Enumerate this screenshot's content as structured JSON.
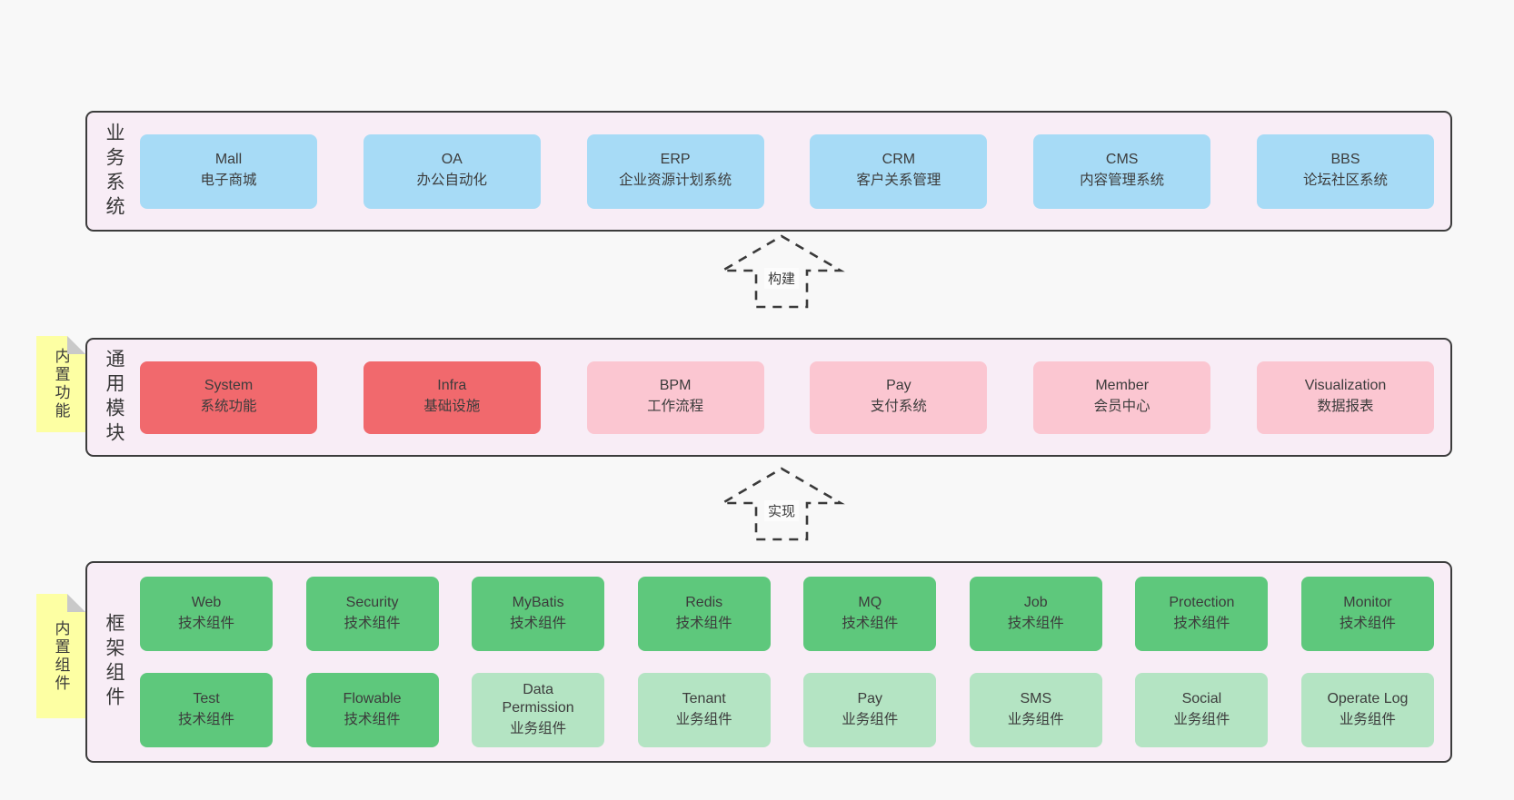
{
  "diagram_title": "",
  "colors": {
    "page_background": "#f8f8f8",
    "band_background": "#f8edf6",
    "band_border": "#3c3c3c",
    "box_blue": "#a7dbf6",
    "box_red": "#f1696d",
    "box_pink": "#fbc6d1",
    "box_green": "#5ec87c",
    "box_green_light": "#b4e4c3",
    "sticky_yellow": "#fdffa3",
    "sticky_fold_gray": "#c9c9c9",
    "text": "#3c3c3c"
  },
  "stickies": [
    {
      "label": "内置功能",
      "attached_to": "通用模块"
    },
    {
      "label": "内置组件",
      "attached_to": "框架组件"
    }
  ],
  "arrows": [
    {
      "label": "构建",
      "direction": "up",
      "from": "通用模块",
      "to": "业务系统"
    },
    {
      "label": "实现",
      "direction": "up",
      "from": "框架组件",
      "to": "通用模块"
    }
  ],
  "bands": [
    {
      "id": "business-systems",
      "label": "业务系统",
      "boxes": [
        {
          "name": "Mall",
          "subtitle": "电子商城",
          "variant": "blue"
        },
        {
          "name": "OA",
          "subtitle": "办公自动化",
          "variant": "blue"
        },
        {
          "name": "ERP",
          "subtitle": "企业资源计划系统",
          "variant": "blue"
        },
        {
          "name": "CRM",
          "subtitle": "客户关系管理",
          "variant": "blue"
        },
        {
          "name": "CMS",
          "subtitle": "内容管理系统",
          "variant": "blue"
        },
        {
          "name": "BBS",
          "subtitle": "论坛社区系统",
          "variant": "blue"
        }
      ]
    },
    {
      "id": "common-modules",
      "label": "通用模块",
      "boxes": [
        {
          "name": "System",
          "subtitle": "系统功能",
          "variant": "red"
        },
        {
          "name": "Infra",
          "subtitle": "基础设施",
          "variant": "red"
        },
        {
          "name": "BPM",
          "subtitle": "工作流程",
          "variant": "pink"
        },
        {
          "name": "Pay",
          "subtitle": "支付系统",
          "variant": "pink"
        },
        {
          "name": "Member",
          "subtitle": "会员中心",
          "variant": "pink"
        },
        {
          "name": "Visualization",
          "subtitle": "数据报表",
          "variant": "pink"
        }
      ]
    },
    {
      "id": "framework-components",
      "label": "框架组件",
      "rows": [
        [
          {
            "name": "Web",
            "subtitle": "技术组件",
            "variant": "green"
          },
          {
            "name": "Security",
            "subtitle": "技术组件",
            "variant": "green"
          },
          {
            "name": "MyBatis",
            "subtitle": "技术组件",
            "variant": "green"
          },
          {
            "name": "Redis",
            "subtitle": "技术组件",
            "variant": "green"
          },
          {
            "name": "MQ",
            "subtitle": "技术组件",
            "variant": "green"
          },
          {
            "name": "Job",
            "subtitle": "技术组件",
            "variant": "green"
          },
          {
            "name": "Protection",
            "subtitle": "技术组件",
            "variant": "green"
          },
          {
            "name": "Monitor",
            "subtitle": "技术组件",
            "variant": "green"
          }
        ],
        [
          {
            "name": "Test",
            "subtitle": "技术组件",
            "variant": "green"
          },
          {
            "name": "Flowable",
            "subtitle": "技术组件",
            "variant": "green"
          },
          {
            "name": "Data Permission",
            "subtitle": "业务组件",
            "variant": "green-light"
          },
          {
            "name": "Tenant",
            "subtitle": "业务组件",
            "variant": "green-light"
          },
          {
            "name": "Pay",
            "subtitle": "业务组件",
            "variant": "green-light"
          },
          {
            "name": "SMS",
            "subtitle": "业务组件",
            "variant": "green-light"
          },
          {
            "name": "Social",
            "subtitle": "业务组件",
            "variant": "green-light"
          },
          {
            "name": "Operate Log",
            "subtitle": "业务组件",
            "variant": "green-light"
          }
        ]
      ]
    }
  ]
}
